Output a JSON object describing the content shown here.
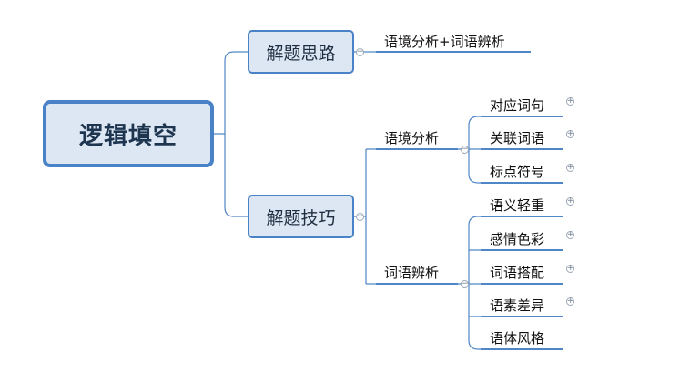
{
  "root": {
    "label": "逻辑填空"
  },
  "branches": [
    {
      "label": "解题思路",
      "children": [
        {
          "label": "语境分析+词语辨析"
        }
      ]
    },
    {
      "label": "解题技巧",
      "children": [
        {
          "label": "语境分析",
          "children": [
            {
              "label": "对应词句"
            },
            {
              "label": "关联词语"
            },
            {
              "label": "标点符号"
            }
          ]
        },
        {
          "label": "词语辨析",
          "children": [
            {
              "label": "语义轻重"
            },
            {
              "label": "感情色彩"
            },
            {
              "label": "词语搭配"
            },
            {
              "label": "语素差异"
            },
            {
              "label": "语体风格"
            }
          ]
        }
      ]
    }
  ],
  "toggles": {
    "collapse": "−",
    "expand": "+"
  },
  "colors": {
    "accent": "#4a82c7",
    "node_fill": "#dde7f3",
    "text": "#1e3550"
  }
}
